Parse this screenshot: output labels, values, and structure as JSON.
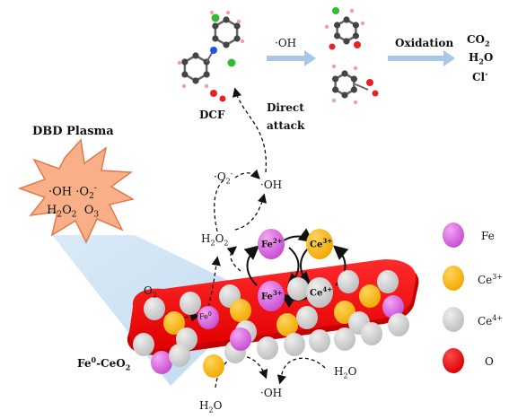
{
  "plasma": {
    "title": "DBD Plasma",
    "species_line1_a": "·OH ·O",
    "species_line1_sub": "2",
    "species_line1_sup": "-",
    "species_line2_a": "H",
    "species_line2_sub1": "2",
    "species_line2_b": "O",
    "species_line2_sub2": "2",
    "species_line2_c": "O",
    "species_line2_sub3": "3"
  },
  "reaction": {
    "dcf_label": "DCF",
    "oh_arrow_label": "·OH",
    "oxidation_label": "Oxidation",
    "product_co2": "CO",
    "product_co2_sub": "2",
    "product_h2o": "H",
    "product_h2o_sub": "2",
    "product_h2o_tail": "O",
    "product_cl": "Cl",
    "product_cl_sup": "-",
    "direct_attack_line1": "Direct",
    "direct_attack_line2": "attack"
  },
  "mechanism": {
    "o2_radical": "·O",
    "o2_radical_sub": "2",
    "o2_radical_sup": "-",
    "oh_radical": "·OH",
    "h2o2_a": "H",
    "h2o2_sub1": "2",
    "h2o2_b": "O",
    "h2o2_sub2": "2",
    "o2_a": "O",
    "o2_sub": "2",
    "fe2": "Fe",
    "fe2_sup": "2+",
    "fe3": "Fe",
    "fe3_sup": "3+",
    "ce3": "Ce",
    "ce3_sup": "3+",
    "ce4": "Ce",
    "ce4_sup": "4+",
    "fe0": "Fe",
    "fe0_sup": "0",
    "catalyst_a": "Fe",
    "catalyst_sup": "0",
    "catalyst_b": "-CeO",
    "catalyst_sub": "2",
    "h2o_left_a": "H",
    "h2o_left_sub": "2",
    "h2o_left_b": "O",
    "h2o_right_a": "H",
    "h2o_right_sub": "2",
    "h2o_right_b": "O",
    "oh_bottom": "·OH"
  },
  "legend": {
    "fe": "Fe",
    "ce3_a": "Ce",
    "ce3_sup": "3+",
    "ce4_a": "Ce",
    "ce4_sup": "4+",
    "o": "O"
  },
  "colors": {
    "fe": "#d35ad8",
    "ce3": "#f7b500",
    "ce4": "#d0d0d0",
    "o": "#e60000",
    "plasma_fill": "#f9b088",
    "beam": "#c7dff2",
    "arrow": "#a9c6e6"
  }
}
